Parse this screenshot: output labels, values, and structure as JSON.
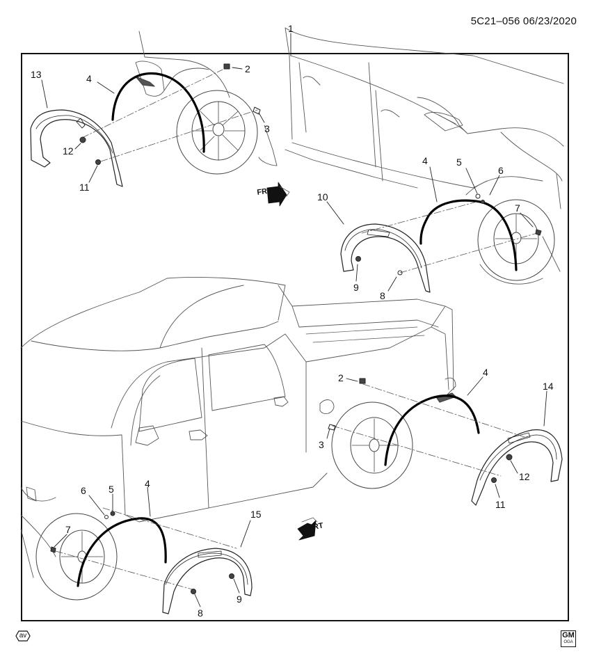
{
  "header": {
    "code": "5C21–056",
    "date": "06/23/2020"
  },
  "frt_label": "FRT",
  "callouts": [
    "1",
    "2",
    "3",
    "4",
    "5",
    "6",
    "7",
    "8",
    "9",
    "10",
    "11",
    "12",
    "13",
    "14",
    "15"
  ],
  "footer": {
    "av_badge": "av",
    "gm_top": "GM",
    "gm_bottom": "OGA"
  }
}
